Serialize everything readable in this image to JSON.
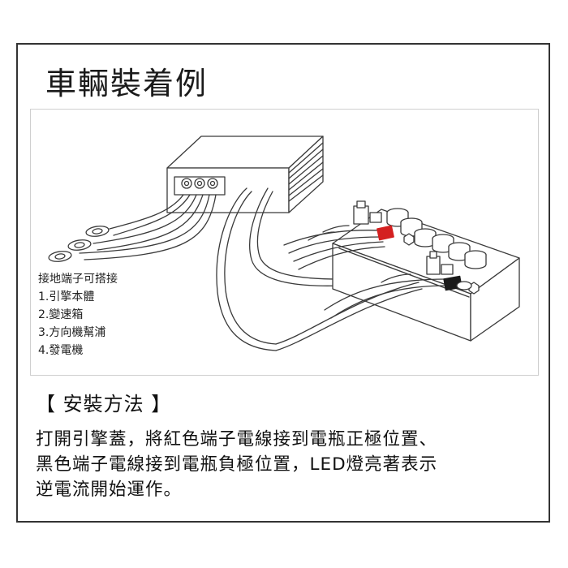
{
  "title": "車輛裝着例",
  "diagram": {
    "ground_heading": "接地端子可搭接",
    "ground_items": [
      "1.引擎本體",
      "2.變速箱",
      "3.方向機幫浦",
      "4.發電機"
    ],
    "colors": {
      "red_terminal": "#d42020",
      "black_terminal": "#1a1a1a",
      "line": "#3a3a3a"
    }
  },
  "method": {
    "heading": "【 安裝方法 】",
    "lines": [
      "打開引擎蓋，將紅色端子電線接到電瓶正極位置、",
      "黑色端子電線接到電瓶負極位置，LED燈亮著表示",
      "逆電流開始運作。"
    ]
  }
}
